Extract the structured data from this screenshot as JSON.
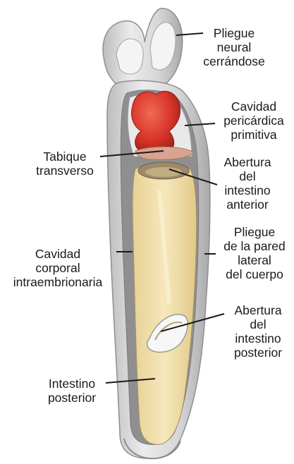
{
  "labels": {
    "neural_fold": [
      "Pliegue",
      "neural",
      "cerrándose"
    ],
    "pericardial_cavity": [
      "Cavidad",
      "pericárdica",
      "primitiva"
    ],
    "septum_transversum": [
      "Tabique",
      "transverso"
    ],
    "anterior_intestinal_portal": [
      "Abertura",
      "del",
      "intestino",
      "anterior"
    ],
    "lateral_body_wall_fold": [
      "Pliegue",
      "de la pared",
      "lateral",
      "del cuerpo"
    ],
    "intraembryonic_cavity": [
      "Cavidad",
      "corporal",
      "intraembrionaria"
    ],
    "posterior_intestinal_portal": [
      "Abertura",
      "del",
      "intestino",
      "posterior"
    ],
    "hindgut": [
      "Intestino",
      "posterior"
    ]
  },
  "colors": {
    "outer_wall": "#d9d9db",
    "wall_shadow": "#9a9a9c",
    "gut_lumen": "#f1dfa8",
    "heart": "#d9352a",
    "septum": "#d8a490",
    "leader_line": "#1a1a1a"
  }
}
